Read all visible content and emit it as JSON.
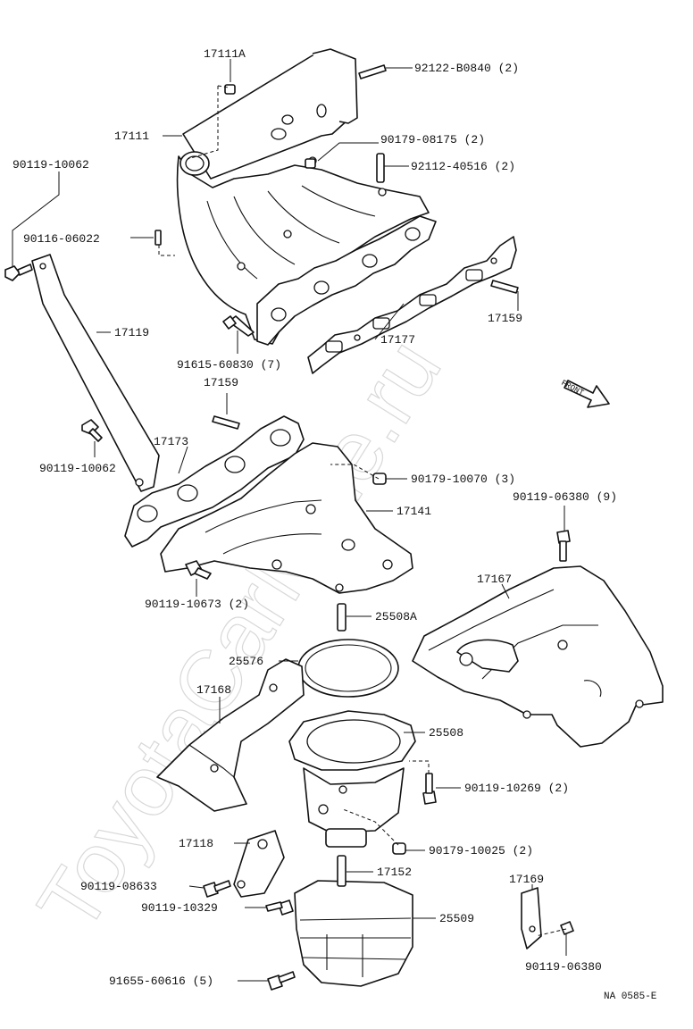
{
  "watermark": "ToyotaCarMine.ru",
  "front_marker": "FRONT",
  "diagram_code": "NA 0585-E",
  "labels": {
    "p17111A": "17111A",
    "p92122": "92122-B0840 (2)",
    "p17111": "17111",
    "p90179_08175": "90179-08175 (2)",
    "p90119_10062_a": "90119-10062",
    "p92112": "92112-40516 (2)",
    "p90116": "90116-06022",
    "p17159_a": "17159",
    "p17119": "17119",
    "p17177": "17177",
    "p91615": "91615-60830 (7)",
    "p17159_b": "17159",
    "p17173": "17173",
    "p90119_10062_b": "90119-10062",
    "p90179_10070": "90179-10070 (3)",
    "p17141": "17141",
    "p90119_06380_a": "90119-06380 (9)",
    "p90119_10673": "90119-10673 (2)",
    "p17167": "17167",
    "p25508A": "25508A",
    "p25576": "25576",
    "p17168": "17168",
    "p25508": "25508",
    "p90119_10269": "90119-10269 (2)",
    "p17118": "17118",
    "p90179_10025": "90179-10025 (2)",
    "p90119_08633": "90119-08633",
    "p17152": "17152",
    "p17169": "17169",
    "p90119_10329": "90119-10329",
    "p25509": "25509",
    "p91655": "91655-60616 (5)",
    "p90119_06380_b": "90119-06380"
  }
}
